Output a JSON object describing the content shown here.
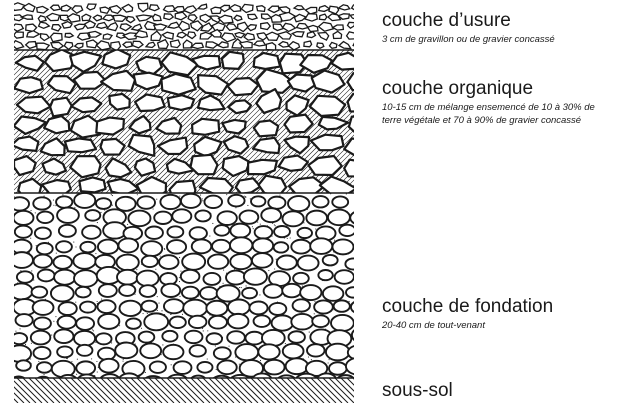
{
  "layers": [
    {
      "name": "couche d’usure",
      "description": "3 cm de gravillon ou de gravier concassé"
    },
    {
      "name": "couche organique",
      "description": "10-15 cm de mélange ensemencé de 10 à 30% de terre végétale et 70 à 90% de gravier concassé"
    },
    {
      "name": "couche de fondation",
      "description": "20-40 cm de tout-venant"
    },
    {
      "name": "sous-sol",
      "description": ""
    }
  ],
  "colors": {
    "ink": "#1a1a1a",
    "stone_fill": "#ffffff",
    "background": "#ffffff"
  }
}
